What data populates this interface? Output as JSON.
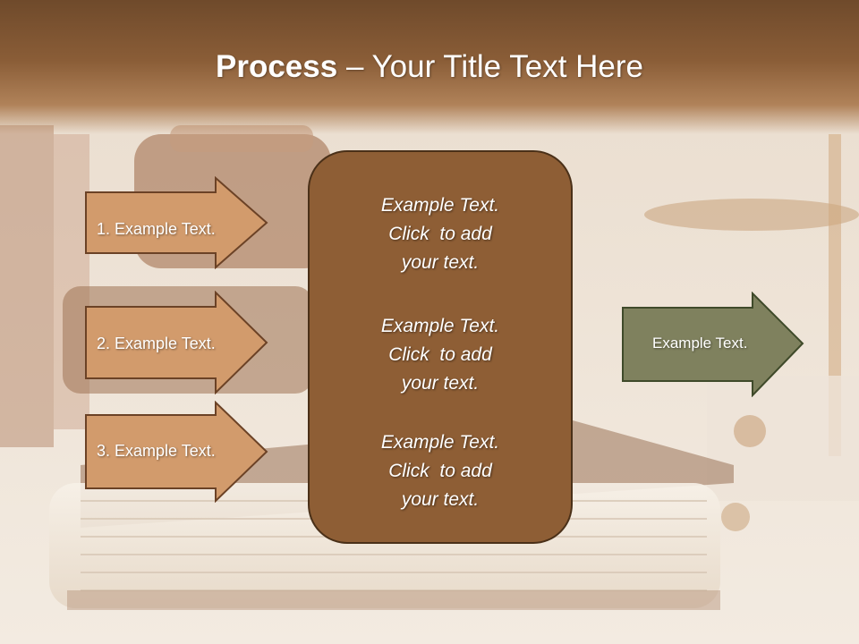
{
  "title": {
    "bold": "Process",
    "rest": " – Your Title Text Here"
  },
  "steps": [
    {
      "label": "1. Example Text."
    },
    {
      "label": "2. Example Text."
    },
    {
      "label": "3. Example Text."
    }
  ],
  "center": {
    "paragraphs": [
      [
        "Example Text.",
        "Click  to add",
        "your text."
      ],
      [
        "Example Text.",
        "Click  to add",
        "your text."
      ],
      [
        "Example Text.",
        "Click  to add",
        "your text."
      ]
    ]
  },
  "result": {
    "label": "Example Text."
  },
  "colors": {
    "step_arrow_fill": "#d29b6c",
    "step_arrow_stroke": "#6b4226",
    "center_fill": "#8e5e35",
    "result_arrow_fill": "#7f815e",
    "result_arrow_stroke": "#3f4a2a",
    "title_band": "#7a5230"
  }
}
